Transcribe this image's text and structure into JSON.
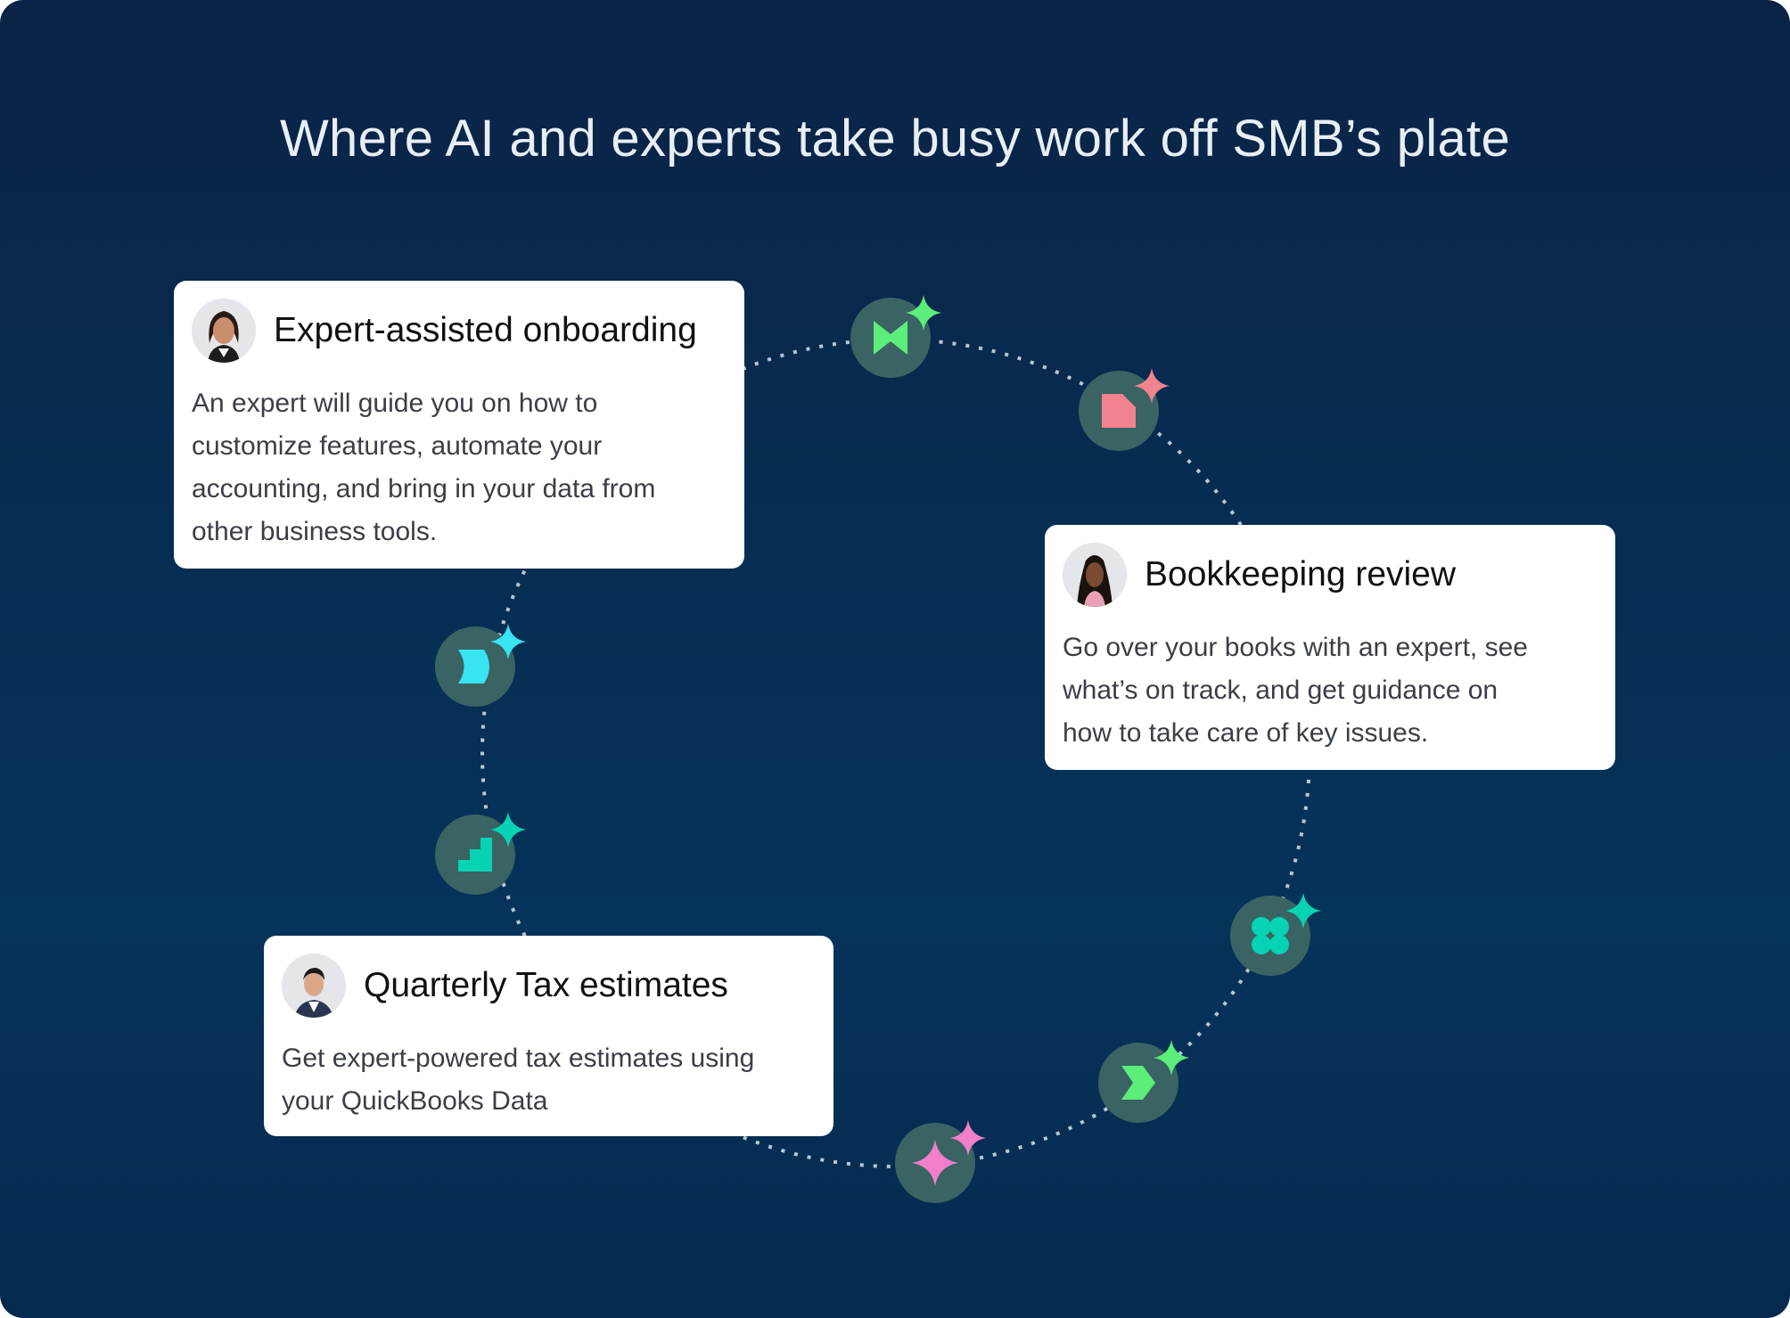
{
  "title": "Where AI and experts take busy work off SMB’s plate",
  "colors": {
    "background": "#062d52",
    "node_fill": "#3a6364",
    "dots": "#b8c7d4",
    "green": "#5ced7a",
    "coral": "#f2838f",
    "cyan": "#38e3f2",
    "teal": "#05d3b4",
    "pink": "#f27fc9"
  },
  "cards": [
    {
      "title": "Expert-assisted onboarding",
      "body_lines": [
        "An expert will guide you on how to",
        "customize features, automate your",
        "accounting, and bring in your data from",
        "other business tools."
      ]
    },
    {
      "title": "Bookkeeping review",
      "body_lines": [
        "Go over your books with an expert, see",
        "what’s on track, and get guidance on",
        "how to take care of key issues."
      ]
    },
    {
      "title": "Quarterly Tax estimates",
      "body_lines": [
        "Get expert-powered tax estimates using",
        "your QuickBooks Data"
      ]
    }
  ],
  "nodes": [
    {
      "icon": "bowtie-icon",
      "color": "#5ced7a"
    },
    {
      "icon": "folded-document-icon",
      "color": "#f2838f"
    },
    {
      "icon": "crescent-icon",
      "color": "#38e3f2"
    },
    {
      "icon": "stairs-icon",
      "color": "#05d3b4"
    },
    {
      "icon": "clover-icon",
      "color": "#05d3b4"
    },
    {
      "icon": "chevron-icon",
      "color": "#5ced7a"
    },
    {
      "icon": "sparkle-icon",
      "color": "#f27fc9"
    }
  ]
}
